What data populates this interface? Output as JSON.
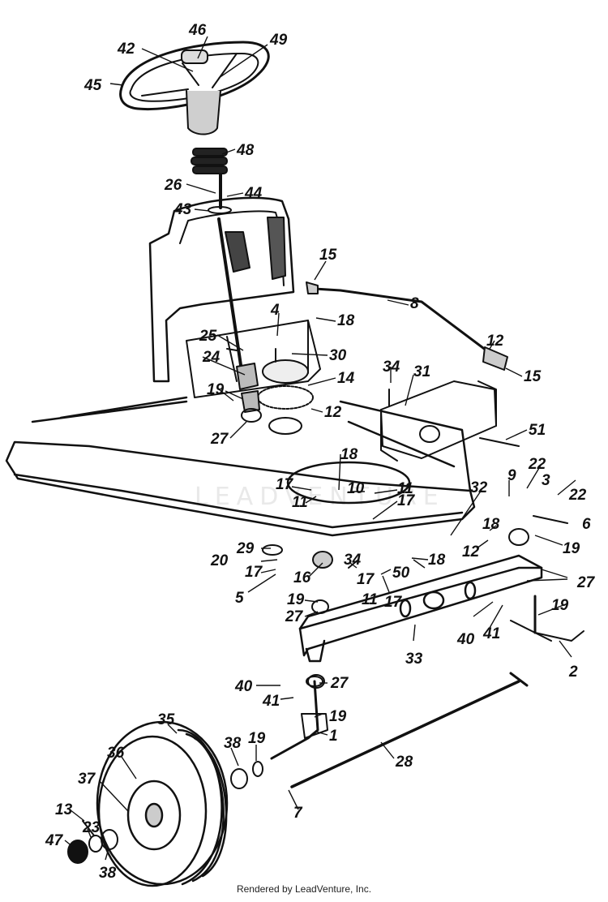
{
  "watermark": "LEADVENTURE",
  "footer": "Rendered by LeadVenture, Inc.",
  "labels": {
    "p1": "1",
    "p2": "2",
    "p3": "3",
    "p4": "4",
    "p5": "5",
    "p6": "6",
    "p7": "7",
    "p8": "8",
    "p9": "9",
    "p10": "10",
    "p11a": "11",
    "p11b": "11",
    "p11c": "11",
    "p12a": "12",
    "p12b": "12",
    "p12c": "12",
    "p13": "13",
    "p14": "14",
    "p15a": "15",
    "p15b": "15",
    "p16": "16",
    "p17a": "17",
    "p17b": "17",
    "p17c": "17",
    "p17d": "17",
    "p17e": "17",
    "p18a": "18",
    "p18b": "18",
    "p18c": "18",
    "p18d": "18",
    "p19a": "19",
    "p19b": "19",
    "p19c": "19",
    "p19d": "19",
    "p19e": "19",
    "p19f": "19",
    "p20": "20",
    "p22a": "22",
    "p22b": "22",
    "p23": "23",
    "p24": "24",
    "p25": "25",
    "p26": "26",
    "p27a": "27",
    "p27b": "27",
    "p27c": "27",
    "p27d": "27",
    "p28": "28",
    "p29": "29",
    "p30": "30",
    "p31": "31",
    "p32": "32",
    "p33": "33",
    "p34a": "34",
    "p34b": "34",
    "p35": "35",
    "p36": "36",
    "p37": "37",
    "p38a": "38",
    "p38b": "38",
    "p40a": "40",
    "p40b": "40",
    "p41a": "41",
    "p41b": "41",
    "p42": "42",
    "p43": "43",
    "p44": "44",
    "p45": "45",
    "p46": "46",
    "p47": "47",
    "p48": "48",
    "p49": "49",
    "p50": "50",
    "p51": "51"
  }
}
